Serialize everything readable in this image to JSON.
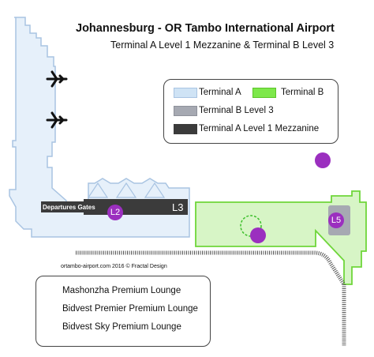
{
  "map": {
    "title": "Johannesburg - OR Tambo International Airport",
    "subtitle": "Terminal A Level 1 Mezzanine & Terminal B Level 3",
    "credit": "ortambo-airport.com 2016 © Fractal Design",
    "departures_gates_label": "Departures Gates",
    "level_labels": [
      "L2",
      "L3",
      "L5"
    ]
  },
  "legend": {
    "items": [
      {
        "label": "Terminal A",
        "color": "#cfe3f5"
      },
      {
        "label": "Terminal B",
        "color": "#7de84a"
      },
      {
        "label": "Terminal B Level 3",
        "color": "#a6a9b2"
      },
      {
        "label": "Terminal A Level 1 Mezzanine",
        "color": "#3b3b3b"
      }
    ]
  },
  "lounges": {
    "items": [
      "Mashonzha Premium Lounge",
      "Bidvest Premier Premium Lounge",
      "Bidvest Sky Premium Lounge"
    ]
  },
  "icons": [
    "airplane-icon",
    "airplane-icon",
    "lounge-marker-icon",
    "lounge-marker-icon"
  ],
  "colors": {
    "terminal_a": "#e6f0fa",
    "terminal_a_border": "#a9c4e2",
    "terminal_b": "#d7f5c6",
    "terminal_b_border": "#6fd63a",
    "marker": "#9b2fbf",
    "road": "#555555"
  }
}
